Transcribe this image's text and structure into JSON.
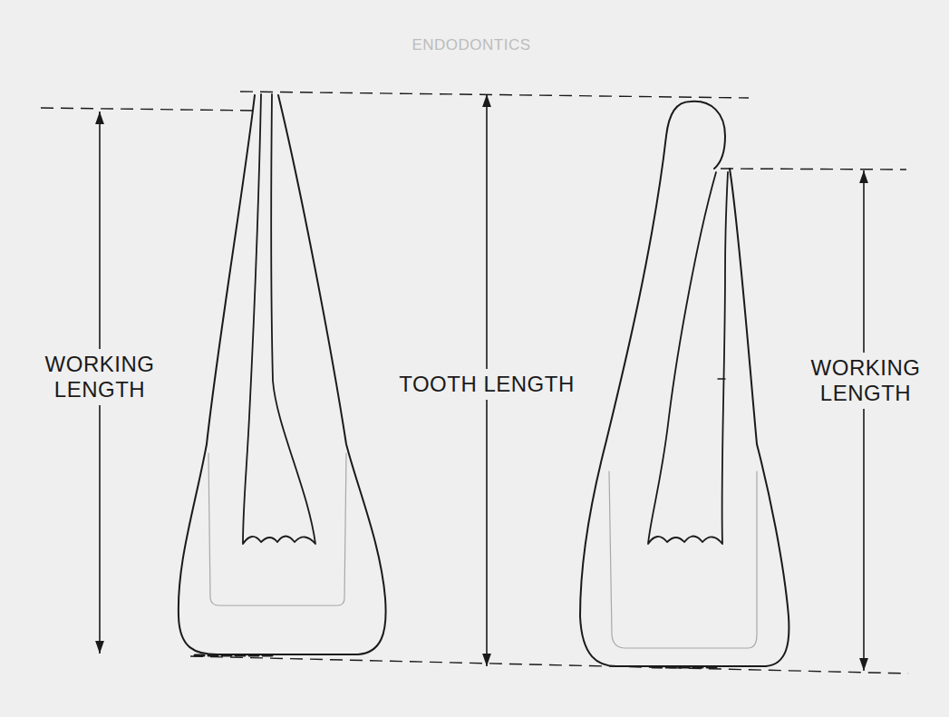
{
  "diagram": {
    "labels": [
      "ENDODONTICS",
      "WORKING LENGTH",
      "TOOTH LENGTH",
      "WORKING LENGTH"
    ]
  }
}
